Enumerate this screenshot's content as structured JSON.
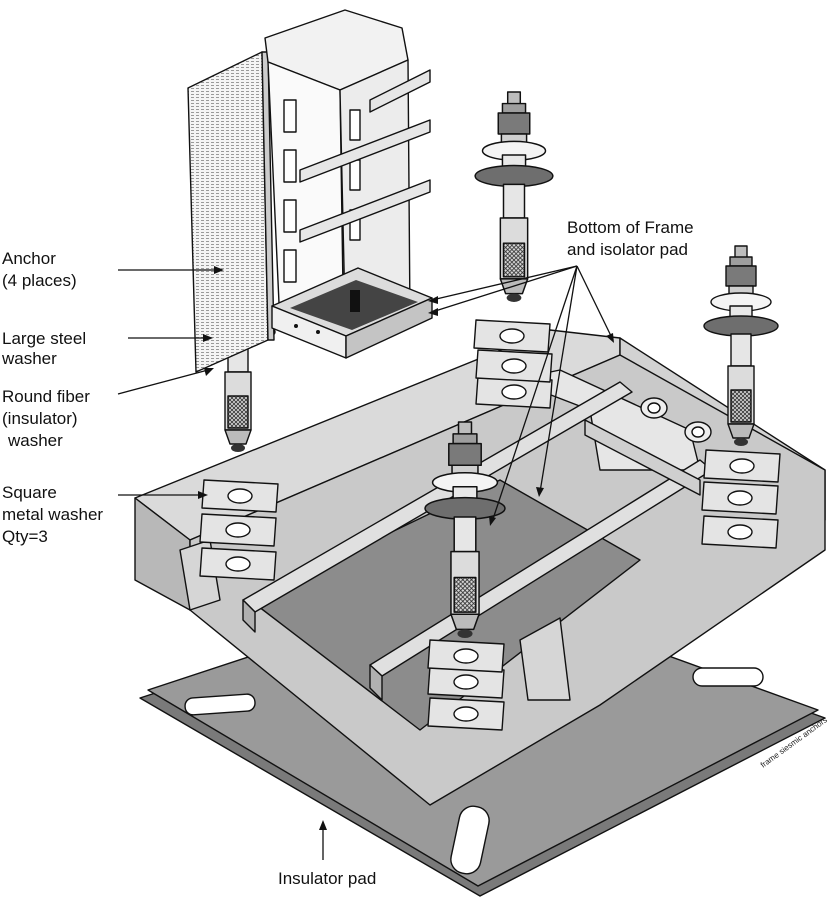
{
  "labels": {
    "anchor_line1": "Anchor",
    "anchor_line2": "(4 places)",
    "steel_line1": "Large steel",
    "steel_line2": "washer",
    "fiber_line1": "Round fiber",
    "fiber_line2": "(insulator)",
    "fiber_line3": "washer",
    "square_line1": "Square",
    "square_line2": "metal washer",
    "square_line3": "Qty=3",
    "bottom_line1": "Bottom of Frame",
    "bottom_line2": "and isolator pad",
    "insulator_pad": "Insulator pad",
    "watermark": "frame siesmic anchors"
  },
  "colors": {
    "pad": "#9a9a9a",
    "pad_edge": "#5a5a5a",
    "frame": "#c9c9c9",
    "frame_side": "#a8a8a8",
    "steel": "#f2f2f2",
    "fiber": "#6e6e6e",
    "bolt_dark": "#555555",
    "mesh": "#444444"
  }
}
